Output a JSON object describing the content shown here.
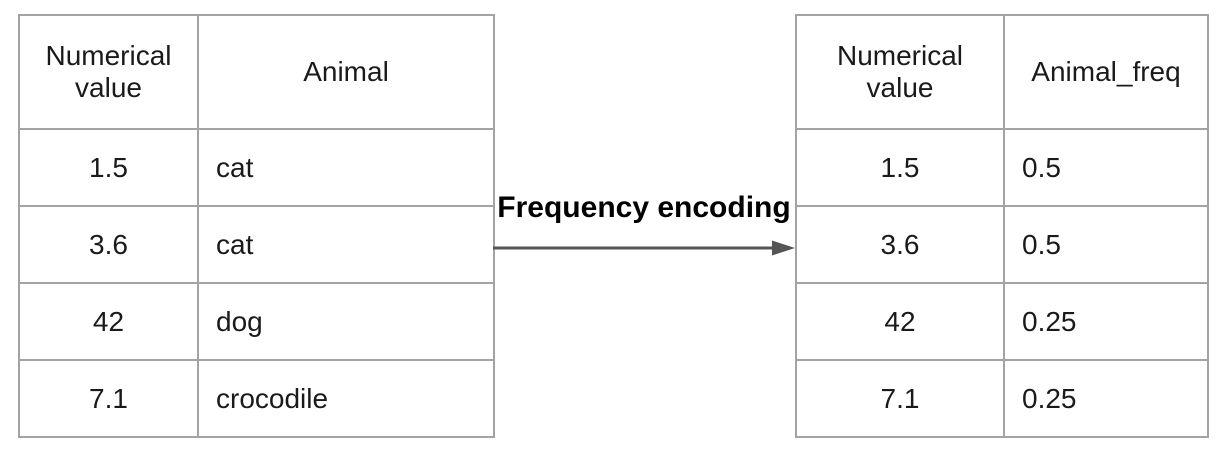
{
  "input_table": {
    "headers": [
      "Numerical value",
      "Animal"
    ],
    "rows": [
      [
        "1.5",
        "cat"
      ],
      [
        "3.6",
        "cat"
      ],
      [
        "42",
        "dog"
      ],
      [
        "7.1",
        "crocodile"
      ]
    ]
  },
  "transform": {
    "label": "Frequency encoding",
    "arrow_icon": "arrow-right-icon"
  },
  "output_table": {
    "headers": [
      "Numerical value",
      "Animal_freq"
    ],
    "rows": [
      [
        "1.5",
        "0.5"
      ],
      [
        "3.6",
        "0.5"
      ],
      [
        "42",
        "0.25"
      ],
      [
        "7.1",
        "0.25"
      ]
    ]
  },
  "colors": {
    "table_border": "#a3a3a3",
    "arrow": "#555555",
    "text": "#1a1a1a",
    "label_text": "#000000",
    "background": "#ffffff"
  }
}
